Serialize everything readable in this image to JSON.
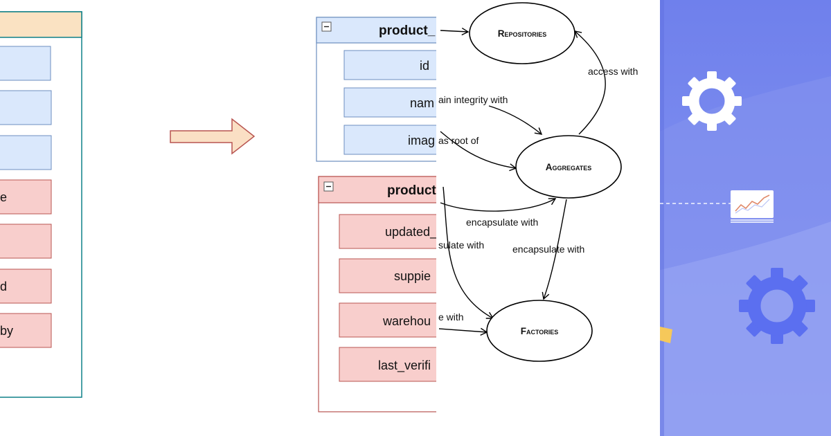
{
  "left_table": {
    "fields": [
      "",
      "",
      "",
      "e",
      "",
      "d",
      "by"
    ]
  },
  "right_tables": {
    "top": {
      "title": "product_",
      "toggle": "−",
      "fields": [
        "id",
        "nam",
        "imag"
      ]
    },
    "bottom": {
      "title": "product",
      "toggle": "−",
      "fields": [
        "updated_",
        "suppie",
        "warehou",
        "last_verifi"
      ]
    }
  },
  "ddd_graph": {
    "nodes": {
      "repositories": "Repositories",
      "aggregates": "Aggregates",
      "factories": "Factories"
    },
    "edges": {
      "access_with": "access with",
      "maintain_integrity": "ain integrity with",
      "as_root_of": "as root of",
      "encapsulate_1": "encapsulate with",
      "encapsulate_2": "encapsulate with",
      "encapsulate_3": "sulate with",
      "encapsulate_4": "e with"
    }
  },
  "colors": {
    "blue_fill": "#dae8fc",
    "blue_stroke": "#6c8ebf",
    "red_fill": "#f8cecc",
    "red_stroke": "#b85450",
    "teal_stroke": "#0e8088",
    "header_orange": "#fae2c2",
    "arrow_fill": "#fadfc4",
    "arrow_stroke": "#b85450",
    "panel_blue": "#7b8ef0"
  },
  "icons": [
    "gear-icon",
    "chart-card-icon",
    "gear-icon"
  ]
}
